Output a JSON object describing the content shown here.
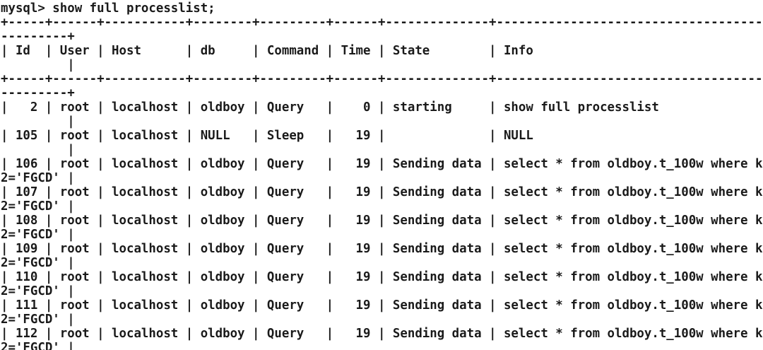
{
  "meta": {
    "kind": "terminal-session",
    "bg_color": "#ffffff",
    "text_color": "#1a1a1a"
  },
  "terminal": {
    "prompt": "mysql>",
    "command": "show full processlist;",
    "lines": [
      "mysql> show full processlist;",
      "+-----+------+-----------+--------+---------+------+--------------+------------------------------------",
      "---------+",
      "| Id  | User | Host      | db     | Command | Time | State        | Info",
      "         |",
      "+-----+------+-----------+--------+---------+------+--------------+------------------------------------",
      "---------+",
      "|   2 | root | localhost | oldboy | Query   |    0 | starting     | show full processlist",
      "         |",
      "| 105 | root | localhost | NULL   | Sleep   |   19 |              | NULL",
      "         |",
      "| 106 | root | localhost | oldboy | Query   |   19 | Sending data | select * from oldboy.t_100w where k",
      "2='FGCD' |",
      "| 107 | root | localhost | oldboy | Query   |   19 | Sending data | select * from oldboy.t_100w where k",
      "2='FGCD' |",
      "| 108 | root | localhost | oldboy | Query   |   19 | Sending data | select * from oldboy.t_100w where k",
      "2='FGCD' |",
      "| 109 | root | localhost | oldboy | Query   |   19 | Sending data | select * from oldboy.t_100w where k",
      "2='FGCD' |",
      "| 110 | root | localhost | oldboy | Query   |   19 | Sending data | select * from oldboy.t_100w where k",
      "2='FGCD' |",
      "| 111 | root | localhost | oldboy | Query   |   19 | Sending data | select * from oldboy.t_100w where k",
      "2='FGCD' |",
      "| 112 | root | localhost | oldboy | Query   |   19 | Sending data | select * from oldboy.t_100w where k",
      "2='FGCD' |"
    ]
  },
  "processlist": {
    "columns": [
      "Id",
      "User",
      "Host",
      "db",
      "Command",
      "Time",
      "State",
      "Info"
    ],
    "rows": [
      {
        "Id": "2",
        "User": "root",
        "Host": "localhost",
        "db": "oldboy",
        "Command": "Query",
        "Time": "0",
        "State": "starting",
        "Info": "show full processlist"
      },
      {
        "Id": "105",
        "User": "root",
        "Host": "localhost",
        "db": "NULL",
        "Command": "Sleep",
        "Time": "19",
        "State": "",
        "Info": "NULL"
      },
      {
        "Id": "106",
        "User": "root",
        "Host": "localhost",
        "db": "oldboy",
        "Command": "Query",
        "Time": "19",
        "State": "Sending data",
        "Info": "select * from oldboy.t_100w where k2='FGCD'"
      },
      {
        "Id": "107",
        "User": "root",
        "Host": "localhost",
        "db": "oldboy",
        "Command": "Query",
        "Time": "19",
        "State": "Sending data",
        "Info": "select * from oldboy.t_100w where k2='FGCD'"
      },
      {
        "Id": "108",
        "User": "root",
        "Host": "localhost",
        "db": "oldboy",
        "Command": "Query",
        "Time": "19",
        "State": "Sending data",
        "Info": "select * from oldboy.t_100w where k2='FGCD'"
      },
      {
        "Id": "109",
        "User": "root",
        "Host": "localhost",
        "db": "oldboy",
        "Command": "Query",
        "Time": "19",
        "State": "Sending data",
        "Info": "select * from oldboy.t_100w where k2='FGCD'"
      },
      {
        "Id": "110",
        "User": "root",
        "Host": "localhost",
        "db": "oldboy",
        "Command": "Query",
        "Time": "19",
        "State": "Sending data",
        "Info": "select * from oldboy.t_100w where k2='FGCD'"
      },
      {
        "Id": "111",
        "User": "root",
        "Host": "localhost",
        "db": "oldboy",
        "Command": "Query",
        "Time": "19",
        "State": "Sending data",
        "Info": "select * from oldboy.t_100w where k2='FGCD'"
      },
      {
        "Id": "112",
        "User": "root",
        "Host": "localhost",
        "db": "oldboy",
        "Command": "Query",
        "Time": "19",
        "State": "Sending data",
        "Info": "select * from oldboy.t_100w where k2='FGCD'"
      }
    ]
  }
}
